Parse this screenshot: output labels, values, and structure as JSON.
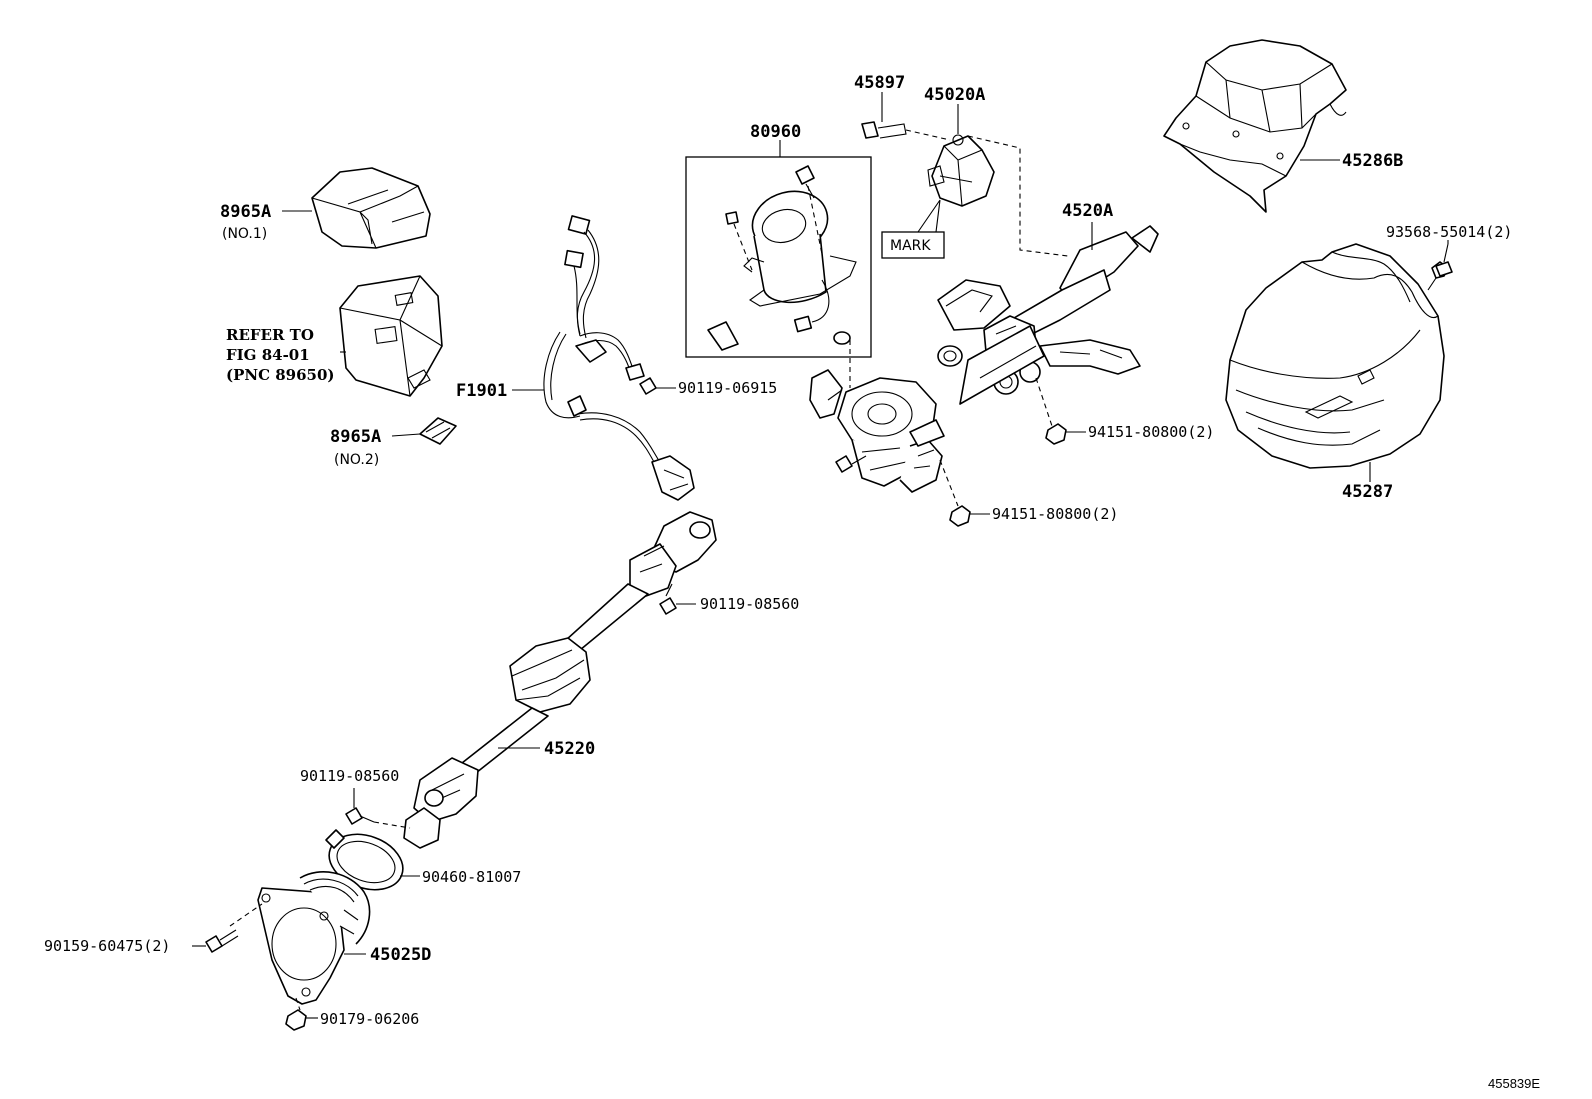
{
  "parts": {
    "p45897": "45897",
    "p45020A": "45020A",
    "p80960": "80960",
    "p45286B": "45286B",
    "p8965A_1": "8965A",
    "p8965A_1_note": "(NO.1)",
    "p4520A": "4520A",
    "p93568": "93568-55014(2)",
    "mark": "MARK",
    "refer_line1": "REFER TO",
    "refer_line2": "FIG 84-01",
    "refer_line3": "(PNC 89650)",
    "pF1901": "F1901",
    "p90119_06915": "90119-06915",
    "p8965A_2": "8965A",
    "p8965A_2_note": "(NO.2)",
    "p94151_a": "94151-80800(2)",
    "p94151_b": "94151-80800(2)",
    "p45287": "45287",
    "p90119_08560_a": "90119-08560",
    "p45220": "45220",
    "p90119_08560_b": "90119-08560",
    "p90460": "90460-81007",
    "p90159": "90159-60475(2)",
    "p45025D": "45025D",
    "p90179": "90179-06206"
  },
  "illustration_id": "455839E"
}
